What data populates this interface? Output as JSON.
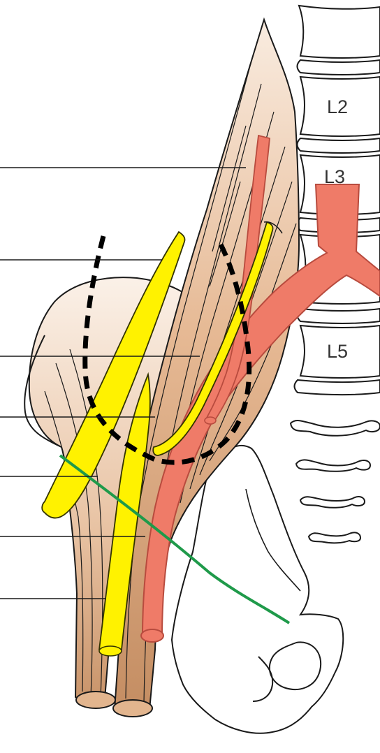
{
  "vertebra_labels": [
    "L2",
    "L3",
    "L5"
  ],
  "colors": {
    "muscle_light": "#f6e1cf",
    "muscle_dark": "#c9946a",
    "artery": "#ef7b68",
    "artery_stroke": "#b84b3e",
    "nerve": "#fff200",
    "nerve_stroke": "#333300",
    "green_nerve": "#1f9a4a",
    "outline": "#1a1a1a"
  },
  "icons": [
    "spine-outline",
    "pelvis-outline",
    "psoas-muscle",
    "iliacus-muscle",
    "artery",
    "nerve"
  ]
}
